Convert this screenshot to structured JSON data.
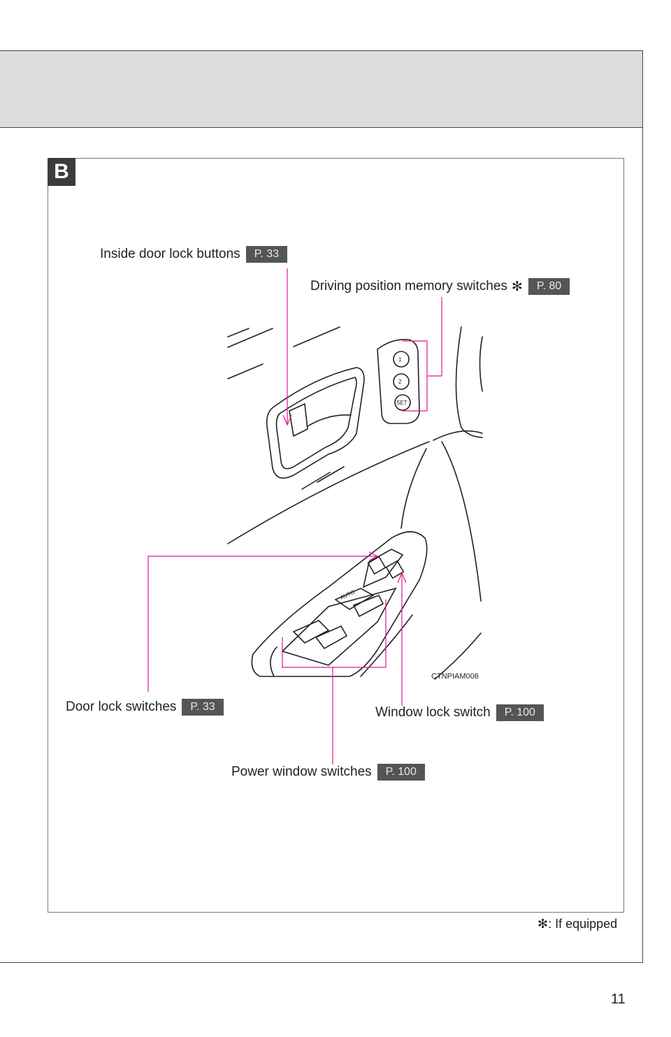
{
  "section": {
    "letter": "B"
  },
  "callouts": {
    "inside_door_lock": {
      "label": "Inside door lock buttons",
      "page_ref": "P. 33"
    },
    "driving_memory": {
      "label": "Driving position memory switches",
      "marker": "✻",
      "page_ref": "P. 80"
    },
    "door_lock": {
      "label": "Door lock switches",
      "page_ref": "P. 33"
    },
    "window_lock": {
      "label": "Window lock switch",
      "page_ref": "P. 100"
    },
    "power_window": {
      "label": "Power window switches",
      "page_ref": "P. 100"
    }
  },
  "figure": {
    "code": "CTNPIAM006",
    "button_labels": [
      "1",
      "2",
      "SET"
    ],
    "auto_label": "AUTO"
  },
  "footnote": {
    "marker": "✻",
    "text": ": If equipped"
  },
  "page_number": "11",
  "colors": {
    "callout_line": "#e0198f",
    "badge": "#3c3c3c",
    "page_ref_bg": "#555555",
    "header_band": "#dcdcdc"
  }
}
